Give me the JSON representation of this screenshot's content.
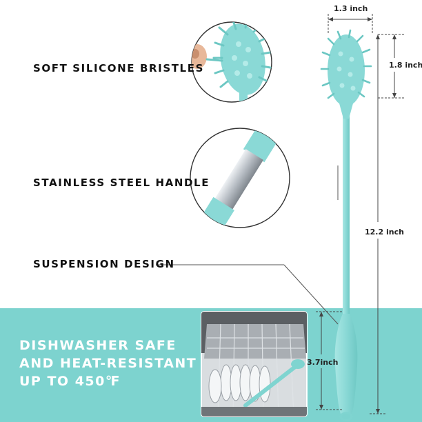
{
  "features": [
    {
      "label": "SOFT SILICONE BRISTLES"
    },
    {
      "label": "STAINLESS STEEL HANDLE"
    },
    {
      "label": "SUSPENSION DESIGN"
    }
  ],
  "dimensions": {
    "head_width": "1.3 inch",
    "head_height": "1.8 inch",
    "total_length": "12.2 inch",
    "grip_length": "3.7inch"
  },
  "banner": {
    "line1": "DISHWASHER SAFE",
    "line2": "AND HEAT-RESISTANT",
    "line3": "UP TO 450℉"
  },
  "colors": {
    "silicone_teal": "#8ad9d6",
    "banner_teal": "#7dd3cf",
    "steel": "#c9ced3",
    "guide_line": "#555555"
  },
  "icons": [
    "brush-head",
    "steel-handle",
    "dishwasher-rack"
  ]
}
